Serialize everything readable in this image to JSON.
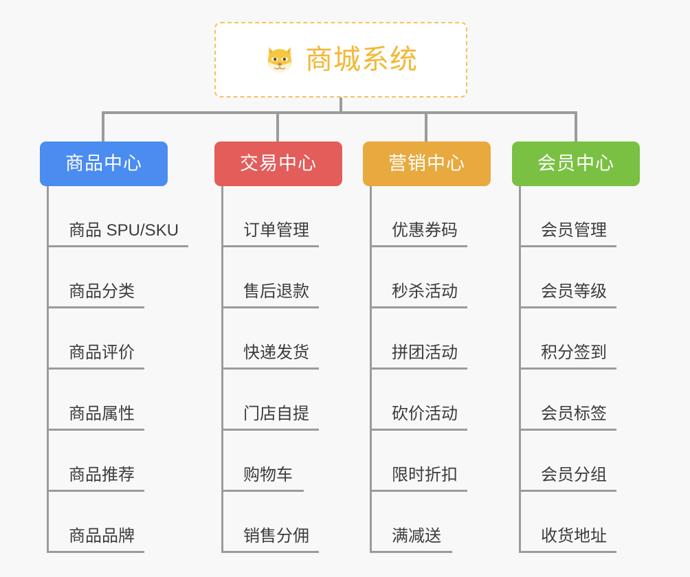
{
  "canvas": {
    "background": "#f8f8f8",
    "line_color": "#9b9b9b"
  },
  "root": {
    "title": "商城系统",
    "icon": "shiba-dog-face-icon",
    "text_color": "#f2b835",
    "border_color": "#f0c35c",
    "background": "#ffffff"
  },
  "columns": [
    {
      "title": "商品中心",
      "color": "#4a8cf0",
      "items": [
        "商品 SPU/SKU",
        "商品分类",
        "商品评价",
        "商品属性",
        "商品推荐",
        "商品品牌"
      ]
    },
    {
      "title": "交易中心",
      "color": "#e35d5b",
      "items": [
        "订单管理",
        "售后退款",
        "快递发货",
        "门店自提",
        "购物车",
        "销售分佣"
      ]
    },
    {
      "title": "营销中心",
      "color": "#e8a93e",
      "items": [
        "优惠券码",
        "秒杀活动",
        "拼团活动",
        "砍价活动",
        "限时折扣",
        "满减送"
      ]
    },
    {
      "title": "会员中心",
      "color": "#7ac143",
      "items": [
        "会员管理",
        "会员等级",
        "积分签到",
        "会员标签",
        "会员分组",
        "收货地址"
      ]
    }
  ]
}
